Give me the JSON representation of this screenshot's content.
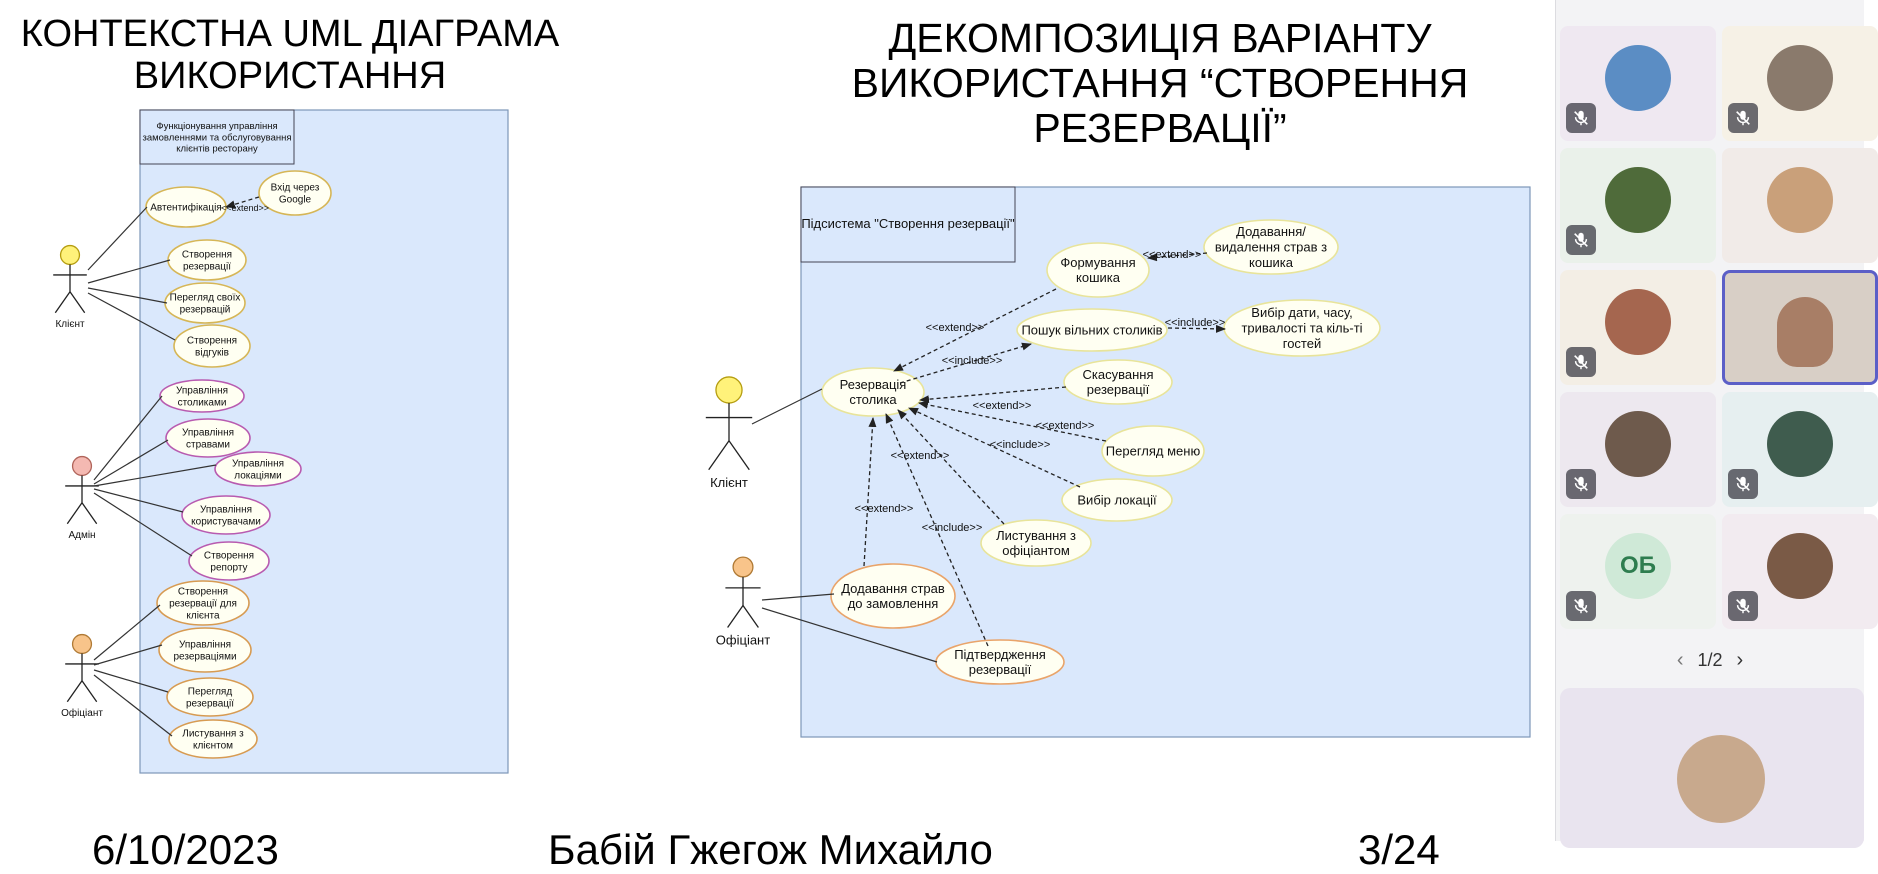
{
  "slide": {
    "title_left": "КОНТЕКСТНА UML ДІАГРАМА ВИКОРИСТАННЯ",
    "title_right": "ДЕКОМПОЗИЦІЯ ВАРІАНТУ ВИКОРИСТАННЯ “СТВОРЕННЯ РЕЗЕРВАЦІЇ”",
    "footer": {
      "date": "6/10/2023",
      "author": "Бабій Гжегож Михайло",
      "page": "3/24"
    }
  },
  "left_diagram": {
    "system_name": [
      "Функціонування управління",
      "замовленнями та обслуговування",
      "клієнтів ресторану"
    ],
    "actors": {
      "client": "Клієнт",
      "admin": "Адмін",
      "waiter": "Офіціант"
    },
    "usecases": {
      "auth": [
        "Автентифікація"
      ],
      "google": [
        "Вхід через",
        "Google"
      ],
      "create_res": [
        "Створення",
        "резервації"
      ],
      "view_res": [
        "Перегляд своїх",
        "резервацій"
      ],
      "create_rev": [
        "Створення",
        "відгуків"
      ],
      "tables": [
        "Управління",
        "столиками"
      ],
      "dishes": [
        "Управління",
        "стравами"
      ],
      "locations": [
        "Управління",
        "локаціями"
      ],
      "users": [
        "Управління",
        "користувачами"
      ],
      "report": [
        "Створення",
        "репорту"
      ],
      "res_for_client": [
        "Створення",
        "резервації для",
        "клієнта"
      ],
      "manage_res": [
        "Управління",
        "резерваціями"
      ],
      "view_res2": [
        "Перегляд",
        "резервації"
      ],
      "msg_client": [
        "Листування з",
        "клієнтом"
      ]
    },
    "extend_label": "<<extend>>"
  },
  "right_diagram": {
    "system_name": "Підсистема \"Створення резервації\"",
    "actors": {
      "client": "Клієнт",
      "waiter": "Офіціант"
    },
    "usecases": {
      "booking": [
        "Резервація",
        "столика"
      ],
      "cart": [
        "Формування",
        "кошика"
      ],
      "add_dish": [
        "Додавання/",
        "видалення страв з",
        "кошика"
      ],
      "search": [
        "Пошук вільних столиків"
      ],
      "choose_dt": [
        "Вибір дати, часу,",
        "тривалості та кіль-ті",
        "гостей"
      ],
      "cancel": [
        "Скасування",
        "резервації"
      ],
      "menu": [
        "Перегляд меню"
      ],
      "location": [
        "Вибір локації"
      ],
      "chat": [
        "Листування з",
        "офіціантом"
      ],
      "add_order": [
        "Додавання страв",
        "до замовлення"
      ],
      "confirm": [
        "Підтвердження",
        "резервації"
      ]
    },
    "labels": {
      "extend": "<<extend>>",
      "include": "<<include>>"
    }
  },
  "participants": {
    "tiles": [
      {
        "type": "photo",
        "color": "#5b8dc4",
        "muted": true
      },
      {
        "type": "photo",
        "color": "#8a7a6c",
        "muted": true
      },
      {
        "type": "photo",
        "color": "#4f6b3a",
        "muted": true
      },
      {
        "type": "photo",
        "color": "#c9a07a",
        "muted": false
      },
      {
        "type": "photo",
        "color": "#a5664f",
        "muted": true
      },
      {
        "type": "video",
        "color": "#d8cfc6",
        "muted": false,
        "active": true
      },
      {
        "type": "photo",
        "color": "#6e5a4c",
        "muted": true
      },
      {
        "type": "photo",
        "color": "#3f5c4e",
        "muted": true
      },
      {
        "type": "initials",
        "initials": "ОБ",
        "muted": true
      },
      {
        "type": "photo",
        "color": "#7a5a46",
        "muted": true
      }
    ],
    "pager": {
      "text": "1/2",
      "prev": "‹",
      "next": "›"
    },
    "self_view_color": "#c8a98d"
  }
}
